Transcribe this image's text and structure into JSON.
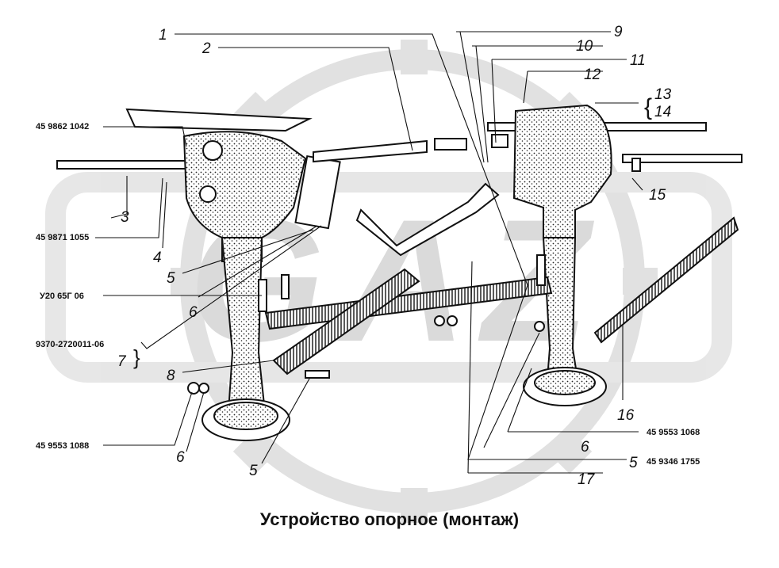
{
  "caption": "Устройство опорное (монтаж)",
  "watermark": {
    "letters": "GAZ",
    "color": "#d9d9d9"
  },
  "numbers": {
    "n1": "1",
    "n2": "2",
    "n3": "3",
    "n4": "4",
    "n5a": "5",
    "n5b": "5",
    "n5c": "5",
    "n6a": "6",
    "n6b": "6",
    "n6c": "6",
    "n7": "7",
    "n8": "8",
    "n9": "9",
    "n10": "10",
    "n11": "11",
    "n12": "12",
    "n13": "13",
    "n14": "14",
    "n15": "15",
    "n16": "16",
    "n17": "17"
  },
  "codes": {
    "c1": "45 9862 1042",
    "c2": "45 9871 1055",
    "c3": "У20 65Г 06",
    "c4": "9370-2720011-06",
    "c5": "45 9553 1088",
    "c6": "45 9553 1068",
    "c7": "45 9346 1755"
  }
}
